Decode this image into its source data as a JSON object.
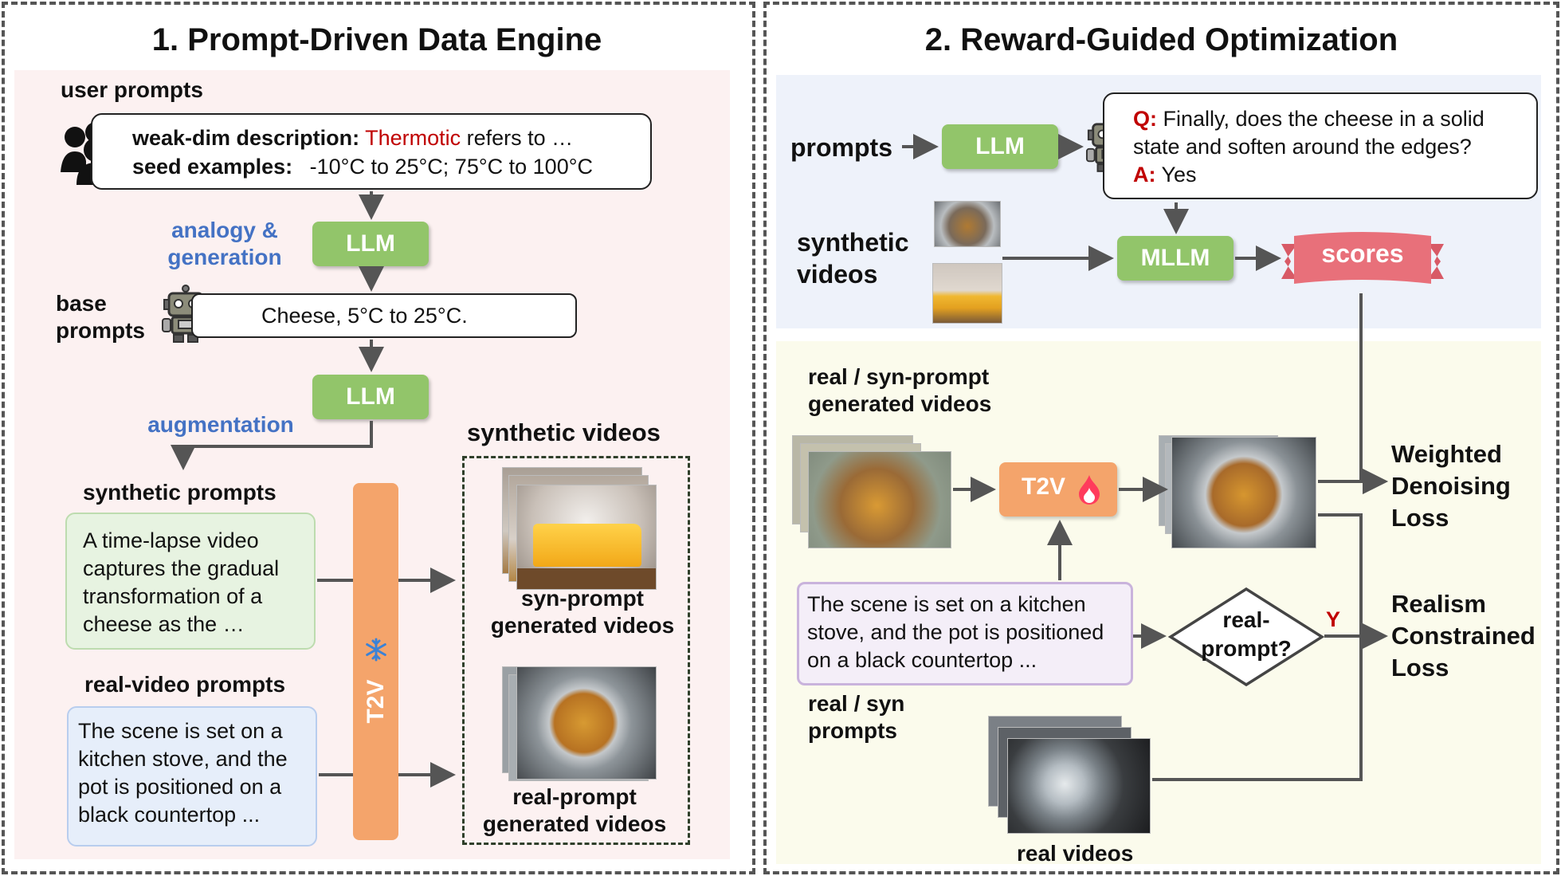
{
  "left_panel": {
    "title": "1. Prompt-Driven Data Engine",
    "user_prompts_label": "user prompts",
    "weak_dim_key": "weak-dim description:",
    "weak_dim_highlight": "Thermotic",
    "weak_dim_rest": "refers to …",
    "seed_key": "seed examples:",
    "seed_value": "-10°C to 25°C; 75°C to 100°C",
    "analogy_label": "analogy & generation",
    "llm1": "LLM",
    "base_prompts_label": "base prompts",
    "base_prompt_text": "Cheese, 5°C to 25°C.",
    "llm2": "LLM",
    "augmentation_label": "augmentation",
    "synthetic_prompts_label": "synthetic prompts",
    "synthetic_prompt_text": "A time-lapse video captures the gradual transformation of a cheese as the …",
    "real_video_prompts_label": "real-video prompts",
    "real_prompt_text": "The scene is set on a kitchen stove, and the pot is positioned on a black countertop ...",
    "t2v_label": "T2V",
    "synthetic_videos_title": "synthetic videos",
    "syn_prompt_videos_label": "syn-prompt generated videos",
    "real_prompt_videos_label": "real-prompt generated videos"
  },
  "right_panel": {
    "title": "2. Reward-Guided Optimization",
    "prompts_label": "prompts",
    "llm": "LLM",
    "q_prefix": "Q:",
    "question": "Finally, does the cheese in a solid state and soften around the edges?",
    "a_prefix": "A:",
    "answer": "Yes",
    "synthetic_videos_label": "synthetic videos",
    "mllm": "MLLM",
    "scores": "scores",
    "real_syn_videos_label": "real / syn-prompt generated videos",
    "t2v_label": "T2V",
    "weighted_loss": "Weighted Denoising Loss",
    "prompt_text": "The scene is set on a kitchen stove, and the pot is positioned on a black countertop ...",
    "decision": "real-prompt?",
    "yes_mark": "Y",
    "realism_loss": "Realism Constrained Loss",
    "real_syn_prompts_label": "real / syn prompts",
    "real_videos_label": "real videos"
  },
  "colors": {
    "llm_green": "#92c56a",
    "t2v_orange": "#f4a46b",
    "highlight_red": "#c00000",
    "label_blue": "#4472c4",
    "scores_pink": "#e8707a"
  }
}
